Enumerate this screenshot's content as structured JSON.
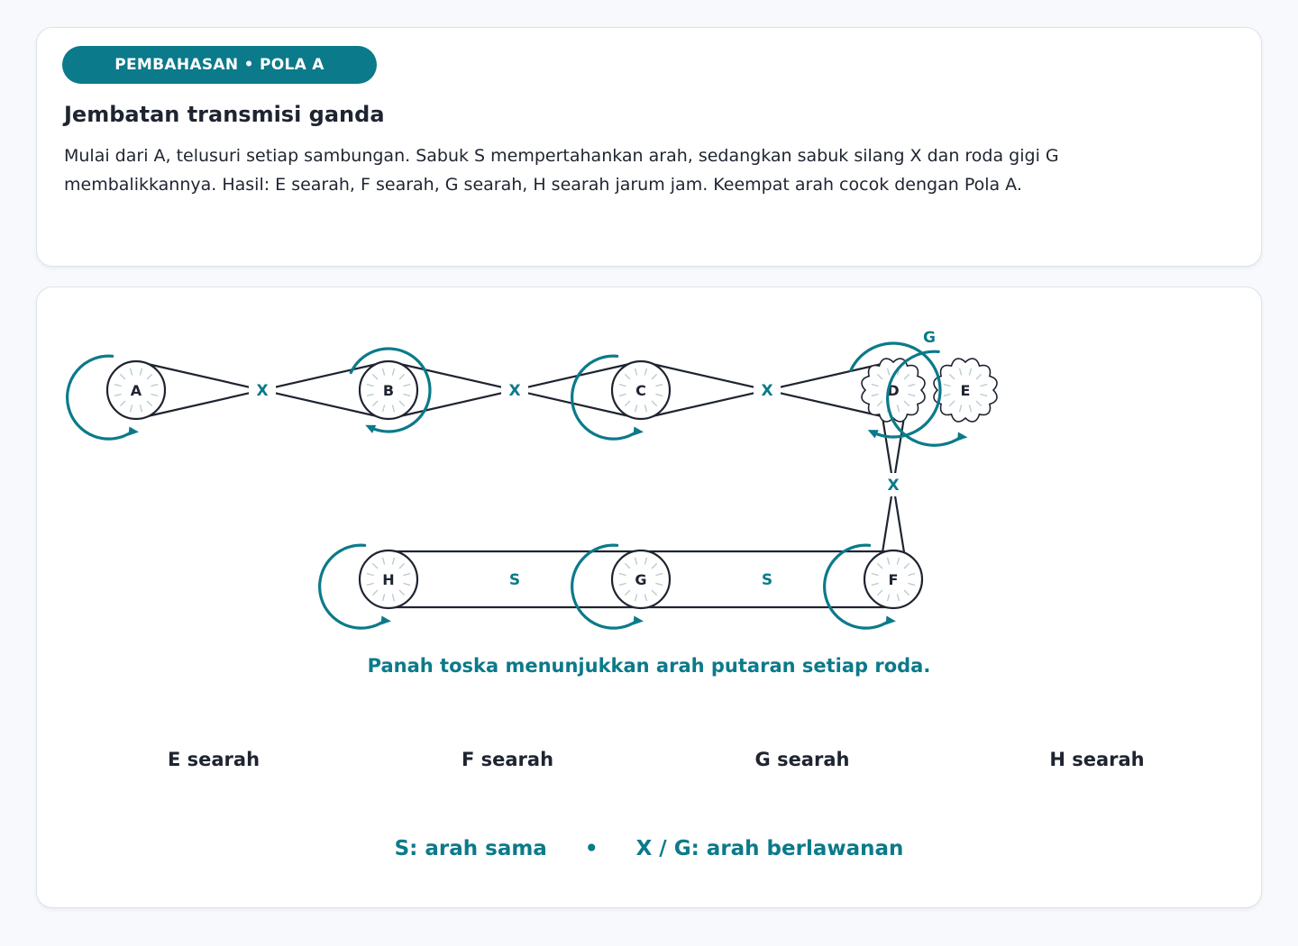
{
  "header": {
    "badge": "PEMBAHASAN • POLA A",
    "title": "Jembatan transmisi ganda",
    "description": "Mulai dari A, telusuri setiap sambungan. Sabuk S mempertahankan arah, sedangkan sabuk silang X dan roda gigi G membalikkannya. Hasil: E searah, F searah, G searah, H searah jarum jam. Keempat arah cocok dengan Pola A."
  },
  "diagram": {
    "wheels": [
      {
        "id": "A",
        "label": "A",
        "type": "pulley",
        "rotation": "counterclockwise"
      },
      {
        "id": "B",
        "label": "B",
        "type": "pulley",
        "rotation": "clockwise"
      },
      {
        "id": "C",
        "label": "C",
        "type": "pulley",
        "rotation": "counterclockwise"
      },
      {
        "id": "D",
        "label": "D",
        "type": "gear",
        "rotation": "clockwise"
      },
      {
        "id": "E",
        "label": "E",
        "type": "gear",
        "rotation": "counterclockwise"
      },
      {
        "id": "F",
        "label": "F",
        "type": "pulley",
        "rotation": "counterclockwise"
      },
      {
        "id": "G",
        "label": "G",
        "type": "pulley",
        "rotation": "counterclockwise"
      },
      {
        "id": "H",
        "label": "H",
        "type": "pulley",
        "rotation": "counterclockwise"
      }
    ],
    "connections": [
      {
        "from": "A",
        "to": "B",
        "label": "X"
      },
      {
        "from": "B",
        "to": "C",
        "label": "X"
      },
      {
        "from": "C",
        "to": "D",
        "label": "X"
      },
      {
        "from": "D",
        "to": "E",
        "label": "G"
      },
      {
        "from": "D",
        "to": "F",
        "label": "X"
      },
      {
        "from": "F",
        "to": "G",
        "label": "S"
      },
      {
        "from": "G",
        "to": "H",
        "label": "S"
      }
    ],
    "colors": {
      "accent": "#0b7a8a",
      "ink": "#1e2430",
      "spoke": "#b7c9cf"
    },
    "caption": "Panah toska menunjukkan arah putaran setiap roda."
  },
  "results": [
    "E searah",
    "F searah",
    "G searah",
    "H searah"
  ],
  "legend": {
    "same": "S: arah sama",
    "separator": "•",
    "opposite": "X / G: arah berlawanan"
  }
}
